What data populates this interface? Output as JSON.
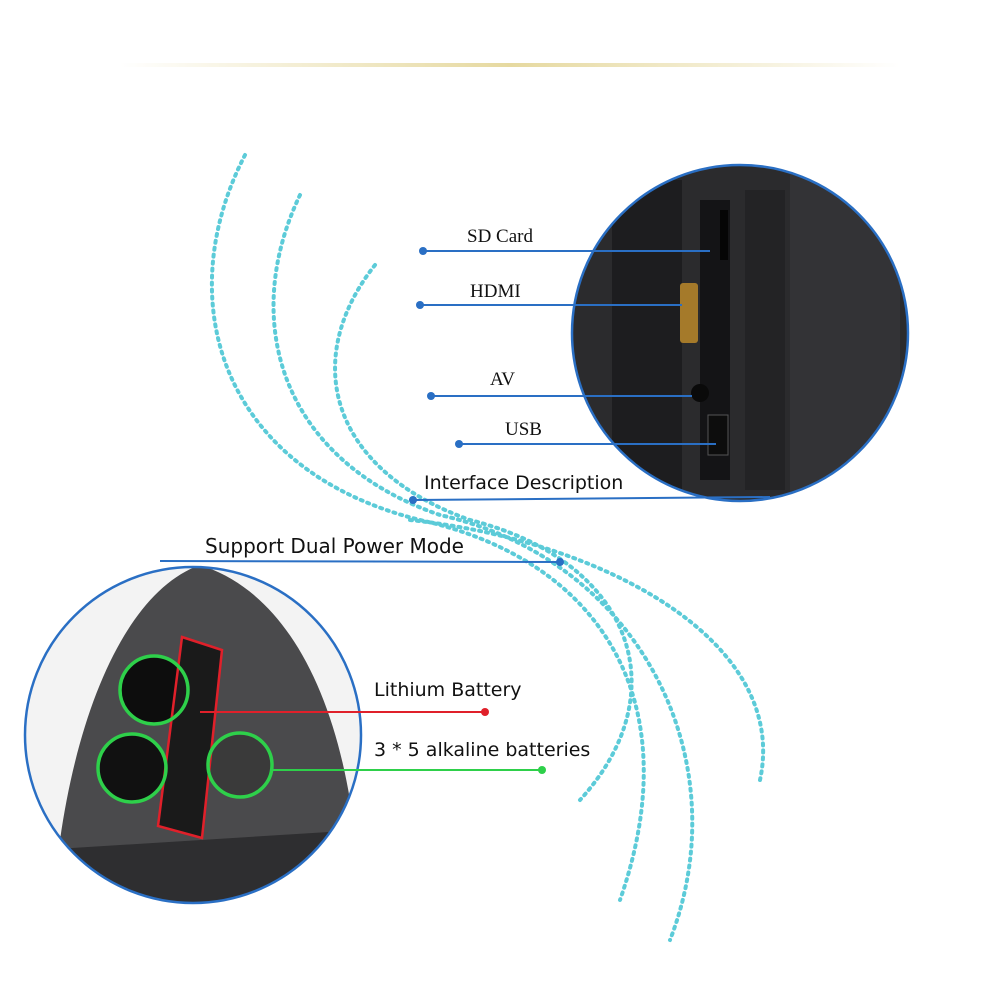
{
  "interface": {
    "title": "Interface Description",
    "ports": [
      {
        "label": "SD Card"
      },
      {
        "label": "HDMI"
      },
      {
        "label": "AV"
      },
      {
        "label": "USB"
      }
    ]
  },
  "power": {
    "title": "Support Dual Power Mode",
    "lithium_label": "Lithium Battery",
    "alkaline_label": "3 * 5 alkaline batteries"
  },
  "colors": {
    "callout_blue": "#2a6fc4",
    "lithium_red": "#e0202a",
    "alkaline_green": "#2ed04a",
    "dots_cyan": "#5ccbd8",
    "device_dark": "#2a2a2c"
  }
}
